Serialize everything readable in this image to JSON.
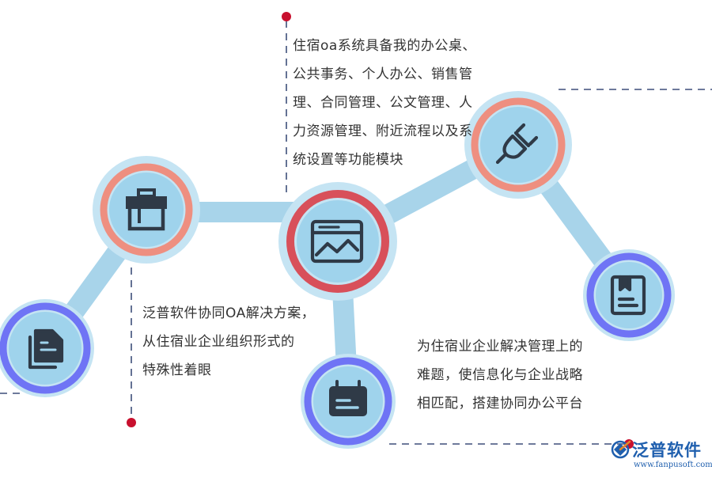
{
  "text_blocks": {
    "top": [
      "住宿oa系统具备我的办公桌、",
      "公共事务、个人办公、销售管",
      "理、合同管理、公文管理、人",
      "力资源管理、附近流程以及系",
      "统设置等功能模块"
    ],
    "left": [
      "泛普软件协同OA解决方案，",
      "从住宿业企业组织形式的",
      "特殊性着眼"
    ],
    "right": [
      "为住宿业企业解决管理上的",
      "难题，使信息化与企业战略",
      "相匹配，搭建协同办公平台"
    ]
  },
  "nodes": [
    {
      "id": "node-document",
      "icon": "document-stack-icon",
      "ring_color": "#6f74f5"
    },
    {
      "id": "node-toolbox",
      "icon": "toolbox-icon",
      "ring_color": "#ee8f80"
    },
    {
      "id": "node-chart",
      "icon": "image-chart-icon",
      "ring_color": "#d8505a"
    },
    {
      "id": "node-card",
      "icon": "card-icon",
      "ring_color": "#6f74f5"
    },
    {
      "id": "node-plug",
      "icon": "plug-icon",
      "ring_color": "#ee8f80"
    },
    {
      "id": "node-book",
      "icon": "bookmark-book-icon",
      "ring_color": "#6f74f5"
    }
  ],
  "colors": {
    "connector": "#a8d4ea",
    "node_fill": "#9fd3ec",
    "halo": "#c5e4f3",
    "icon": "#2f3a47",
    "dash": "#3e4f7a",
    "dot": "#c8102e"
  },
  "logo": {
    "name": "泛普软件",
    "url": "www.fanpusoft.com"
  }
}
